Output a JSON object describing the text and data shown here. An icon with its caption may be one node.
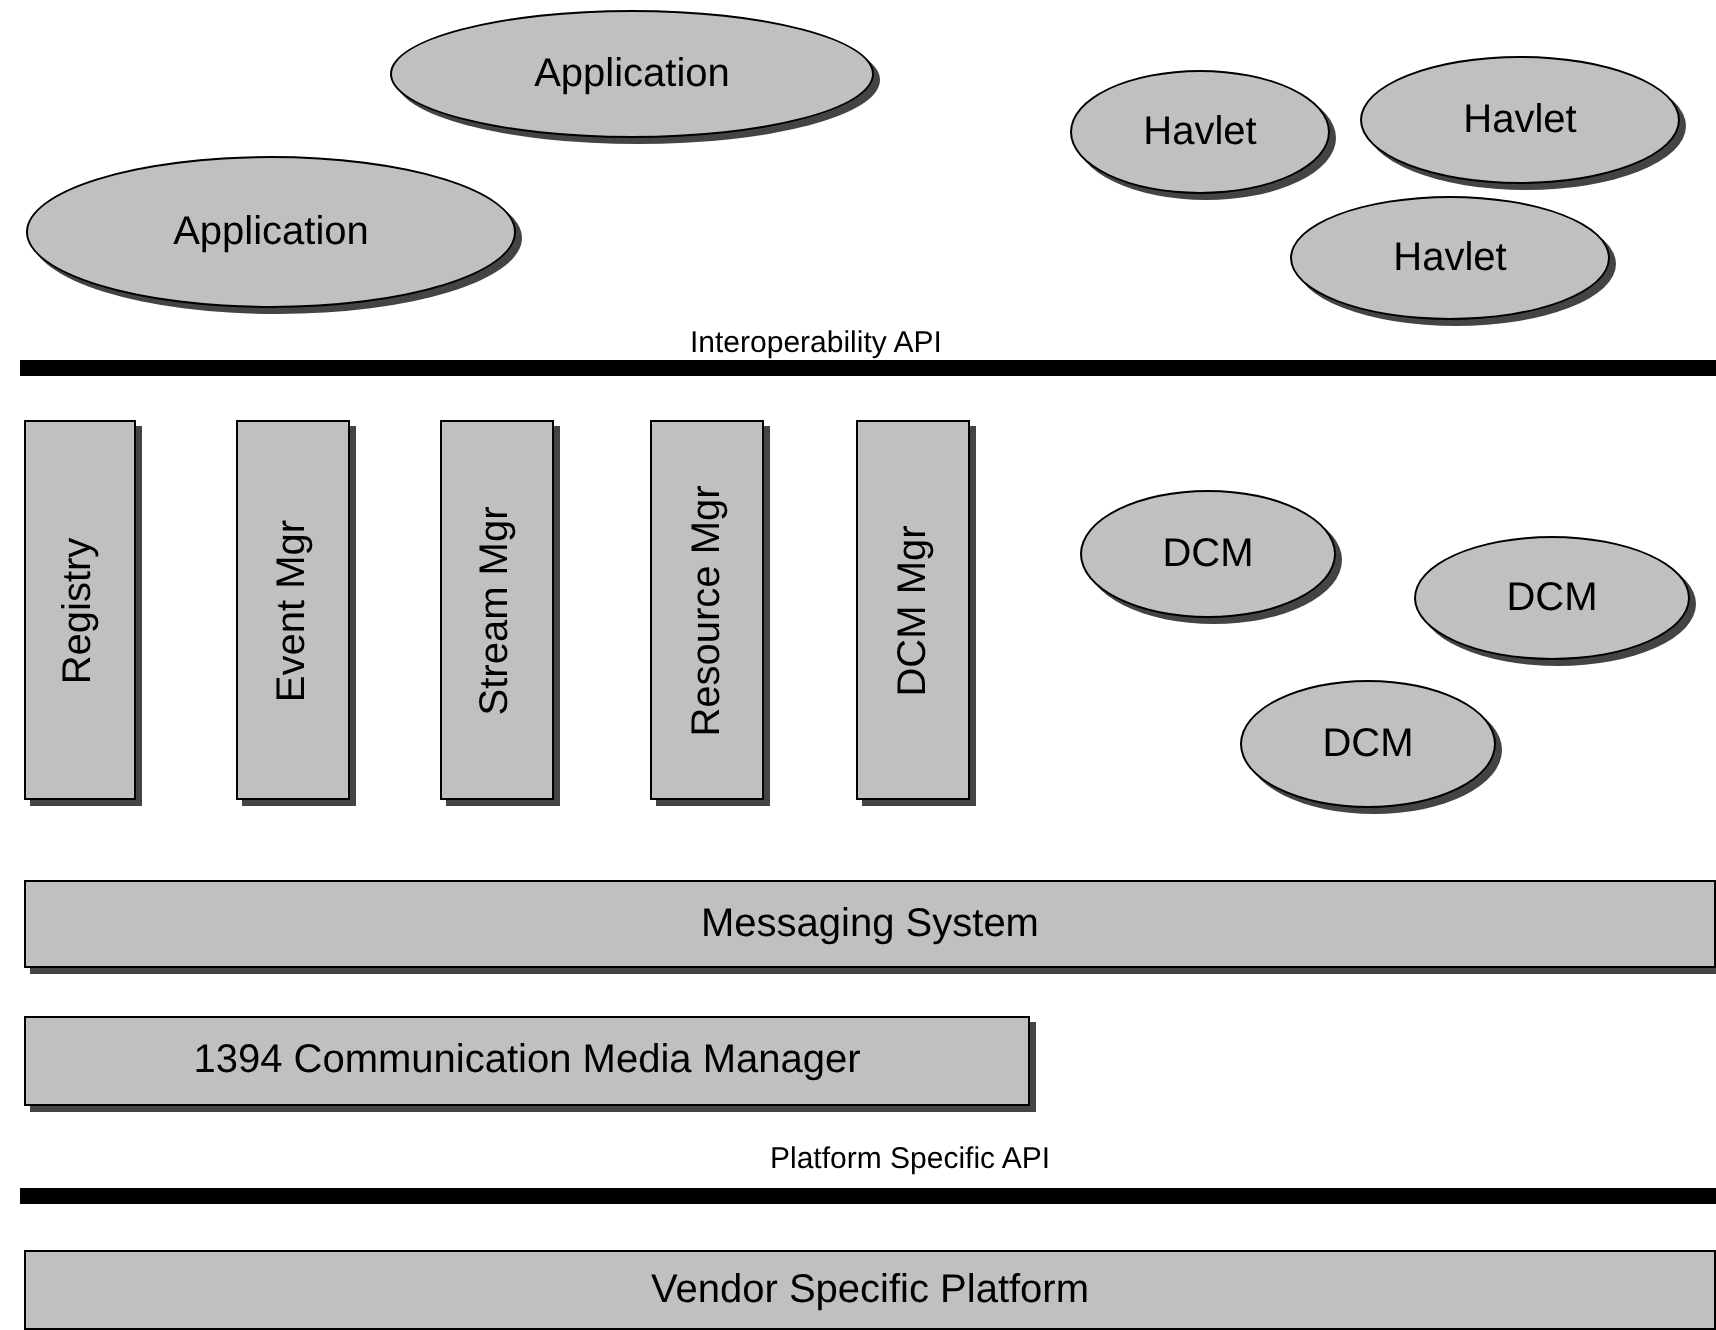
{
  "diagram": {
    "nodes": [
      {
        "text": [
          "Application"
        ]
      },
      {
        "text": [
          "Application"
        ]
      },
      {
        "text": [
          "Havlet"
        ]
      },
      {
        "text": [
          "Havlet"
        ]
      },
      {
        "text": [
          "Havlet"
        ]
      },
      {
        "text": [
          "Registry"
        ]
      },
      {
        "text": [
          "Event Mgr"
        ]
      },
      {
        "text": [
          "Stream Mgr"
        ]
      },
      {
        "text": [
          "Resource Mgr"
        ]
      },
      {
        "text": [
          "DCM Mgr"
        ]
      },
      {
        "text": [
          "DCM"
        ]
      },
      {
        "text": [
          "DCM"
        ]
      },
      {
        "text": [
          "DCM"
        ]
      },
      {
        "text": [
          "Messaging System"
        ]
      },
      {
        "text": [
          "1394 Communication Media Manager"
        ]
      },
      {
        "text": [
          "Vendor Specific Platform"
        ]
      }
    ],
    "labels": [
      "Interoperability API",
      "Platform Specific API"
    ]
  }
}
